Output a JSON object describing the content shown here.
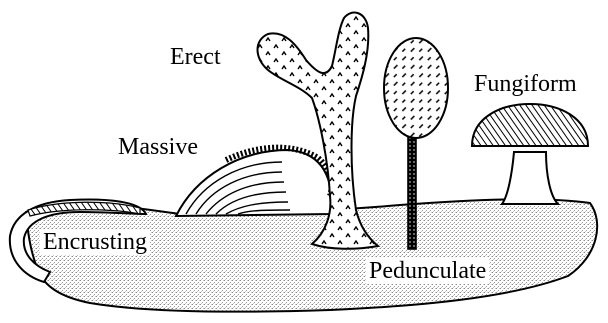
{
  "labels": {
    "erect": "Erect",
    "massive": "Massive",
    "fungiform": "Fungiform",
    "encrusting": "Encrusting",
    "pedunculate": "Pedunculate"
  },
  "colors": {
    "ink": "#000000",
    "stipple": "#bdbdbd",
    "paper": "#ffffff"
  }
}
